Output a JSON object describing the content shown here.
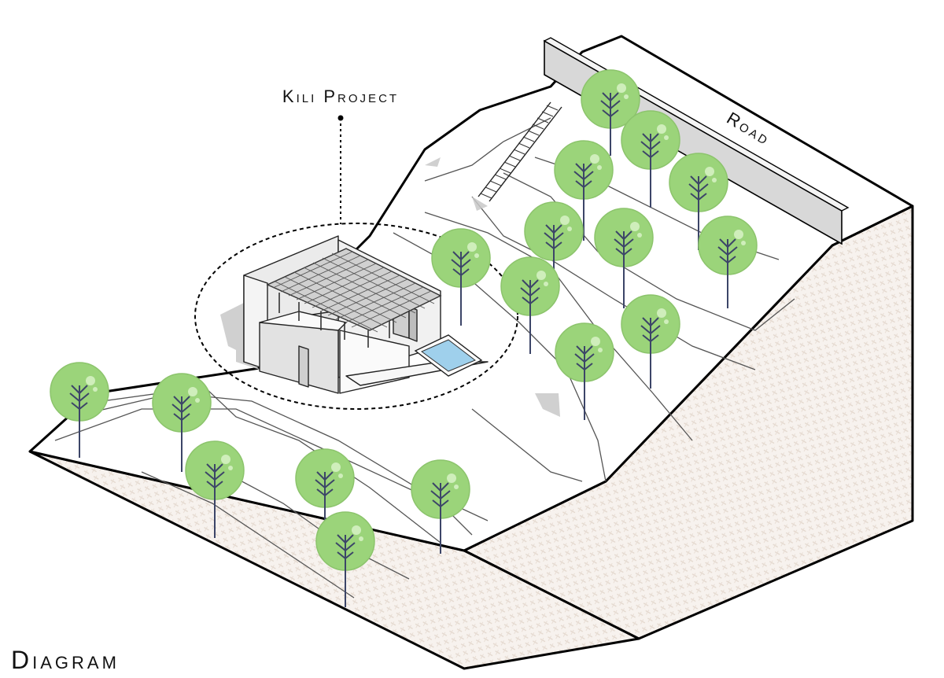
{
  "labels": {
    "project": "Kili Project",
    "road": "Road",
    "caption": "Diagram"
  },
  "colors": {
    "tree_fill": "#9bd47a",
    "tree_highlight": "#cfeebb",
    "tree_trunk": "#3c4568",
    "terrain_outline": "#000000",
    "wall_fill": "#dcdcdc",
    "pool_water": "#9fd0ec",
    "shadow": "#c9c9c9",
    "section_hatch": "#efe8e2"
  }
}
